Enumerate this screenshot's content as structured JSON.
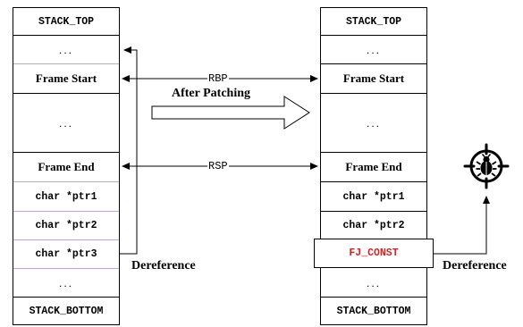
{
  "left_stack": {
    "top": "STACK_TOP",
    "cells": [
      "...",
      "Frame Start",
      "...",
      "Frame End",
      "char *ptr1",
      "char *ptr2",
      "char *ptr3",
      "..."
    ],
    "bottom": "STACK_BOTTOM"
  },
  "right_stack": {
    "top": "STACK_TOP",
    "cells": [
      "...",
      "Frame Start",
      "...",
      "Frame End",
      "char *ptr1",
      "char *ptr2",
      "FJ_CONST",
      "..."
    ],
    "bottom": "STACK_BOTTOM"
  },
  "labels": {
    "rbp": "RBP",
    "rsp": "RSP",
    "after_patching": "After Patching",
    "dereference_left": "Dereference",
    "dereference_right": "Dereference"
  },
  "icons": {
    "bug": "bug-target-icon"
  },
  "colors": {
    "const_text": "#d12626",
    "divider_purple": "#b7a6cf"
  }
}
